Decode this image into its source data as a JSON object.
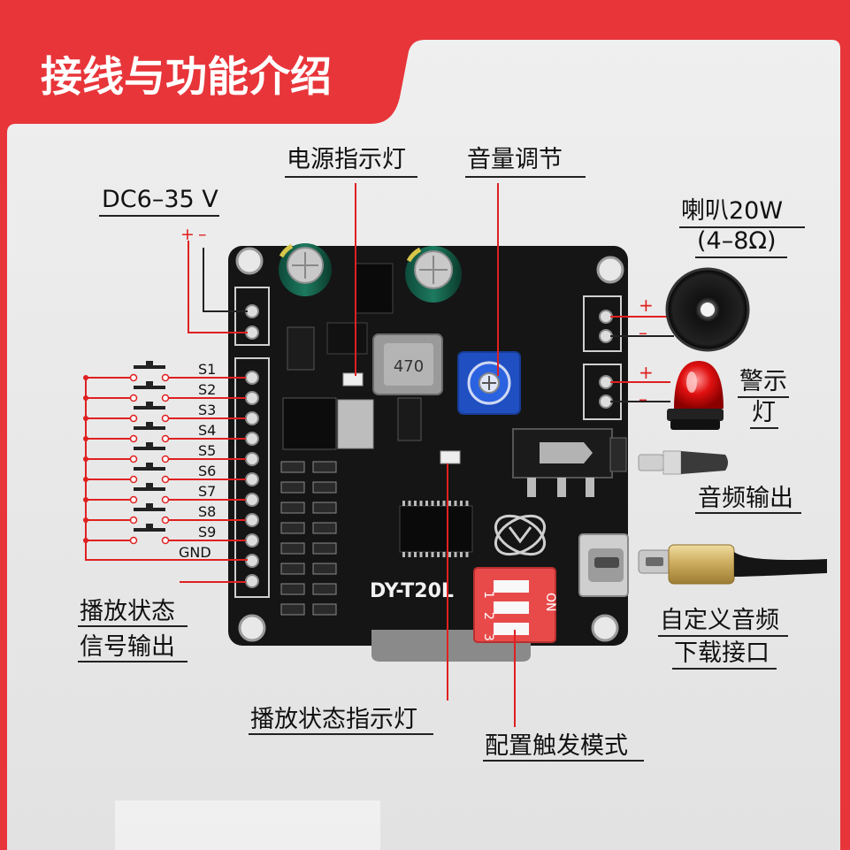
{
  "header": {
    "title": "接线与功能介绍"
  },
  "labels": {
    "power_input": "DC6–35 V",
    "power_led": "电源指示灯",
    "volume": "音量调节",
    "speaker_line1": "喇叭20W",
    "speaker_line2": "(4–8Ω)",
    "alarm_line1": "警示",
    "alarm_line2": "灯",
    "audio_out": "音频输出",
    "download_line1": "自定义音频",
    "download_line2": "下载接口",
    "play_status_line1": "播放状态",
    "play_status_line2": "信号输出",
    "play_led": "播放状态指示灯",
    "trigger_mode": "配置触发模式"
  },
  "pins": [
    "S1",
    "S2",
    "S3",
    "S4",
    "S5",
    "S6",
    "S7",
    "S8",
    "S9",
    "GND"
  ],
  "polarity": {
    "plus": "+",
    "minus": "–"
  },
  "board": {
    "model": "DY-T20L",
    "inductor": "470",
    "dip_on": "ON",
    "dip_numbers": [
      "1",
      "2",
      "3"
    ]
  },
  "colors": {
    "header_red": "#e8353a",
    "wire_red": "#e02020",
    "wire_dark": "#222222",
    "pcb": "#151515",
    "potentiometer": "#1f4fc0",
    "dip_switch": "#e84a4a"
  }
}
